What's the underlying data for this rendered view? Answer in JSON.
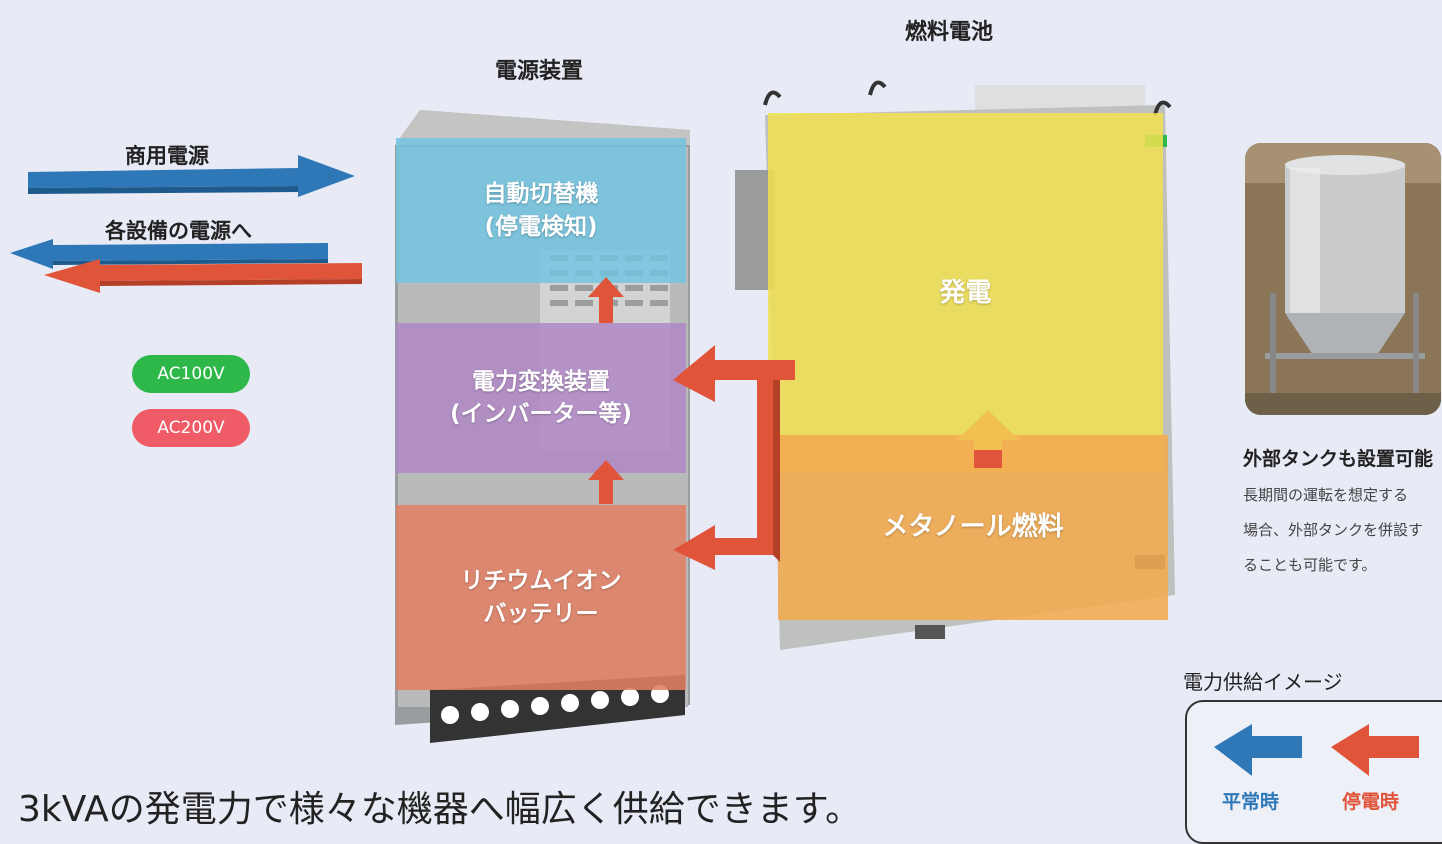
{
  "labels": {
    "power_unit": "電源装置",
    "fuel_cell": "燃料電池",
    "commercial_power": "商用電源",
    "to_equipment": "各設備の電源へ"
  },
  "badges": {
    "ac100": "AC100V",
    "ac200": "AC200V"
  },
  "cabinet": {
    "switcher": [
      "自動切替機",
      "(停電検知)"
    ],
    "inverter": [
      "電力変換装置",
      "(インバーター等)"
    ],
    "battery": [
      "リチウムイオン",
      "バッテリー"
    ]
  },
  "fuel_cell_unit": {
    "generation": "発電",
    "fuel": "メタノール燃料"
  },
  "tank_note": {
    "title": "外部タンクも設置可能",
    "lines": [
      "長期間の運転を想定する",
      "場合、外部タンクを併設す",
      "ることも可能です。"
    ]
  },
  "legend": {
    "title": "電力供給イメージ",
    "normal": "平常時",
    "outage": "停電時"
  },
  "tagline": "3kVAの発電力で様々な機器へ幅広く供給できます。",
  "colors": {
    "blue_arrow": "#2f78b7",
    "red_arrow": "#e0553a",
    "green_badge": "#2fb84a",
    "red_badge": "#ef5b66",
    "switcher": "#7fc8e0",
    "inverter": "#b48fc4",
    "battery": "#e0866a",
    "generation": "#efe05a",
    "fuel": "#f2b15c"
  }
}
